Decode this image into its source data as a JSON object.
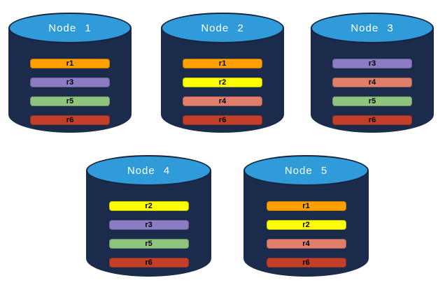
{
  "diagram": {
    "description": "Five database nodes with replicated partitions",
    "palette": {
      "cylinder_body": "#1B2B4B",
      "cylinder_top": "#2F9BD8",
      "cylinder_top_border": "#17243F",
      "title_text": "#FFFFFF",
      "bar_text": "#000000",
      "background": "#FFFFFF"
    },
    "replica_colors": {
      "r1": "#FFA000",
      "r2": "#FFFF00",
      "r3": "#8B7CC3",
      "r4": "#E07E6C",
      "r5": "#8EC47E",
      "r6": "#C2402A"
    }
  },
  "nodes": [
    {
      "label": "Node 1",
      "replicas": [
        "r1",
        "r3",
        "r5",
        "r6"
      ]
    },
    {
      "label": "Node 2",
      "replicas": [
        "r1",
        "r2",
        "r4",
        "r6"
      ]
    },
    {
      "label": "Node 3",
      "replicas": [
        "r3",
        "r4",
        "r5",
        "r6"
      ]
    },
    {
      "label": "Node 4",
      "replicas": [
        "r2",
        "r3",
        "r5",
        "r6"
      ]
    },
    {
      "label": "Node 5",
      "replicas": [
        "r1",
        "r2",
        "r4",
        "r6"
      ]
    }
  ]
}
